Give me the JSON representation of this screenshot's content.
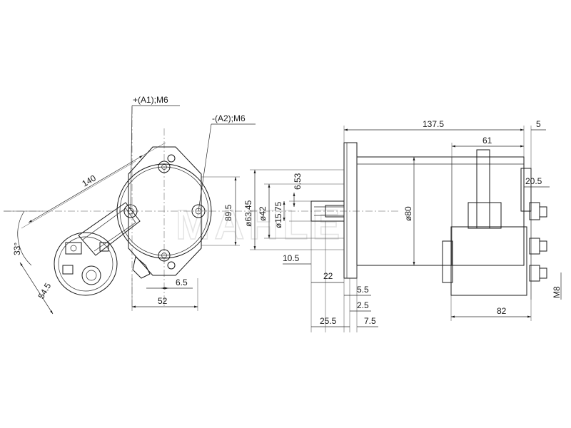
{
  "watermark": "MAHLE",
  "labels": {
    "terminal_a1": "+(A1);M6",
    "terminal_a2": "-(A2);M6"
  },
  "dimensions": {
    "d140": "140",
    "d33": "33°",
    "d54_5": "54.5",
    "d52": "52",
    "d6_5": "6.5",
    "d89_5": "89.5",
    "d63_45": "ø63.45",
    "d42": "ø42",
    "d15_75": "ø15.75",
    "d6_53": "6.53",
    "d10_5": "10.5",
    "d22": "22",
    "d5_5": "5.5",
    "d2_5": "2.5",
    "d25_5": "25.5",
    "d7_5": "7.5",
    "d137_5": "137.5",
    "d5": "5",
    "d61": "61",
    "d20_5": "20.5",
    "d80": "ø80",
    "dM8": "M8",
    "d82": "82"
  }
}
